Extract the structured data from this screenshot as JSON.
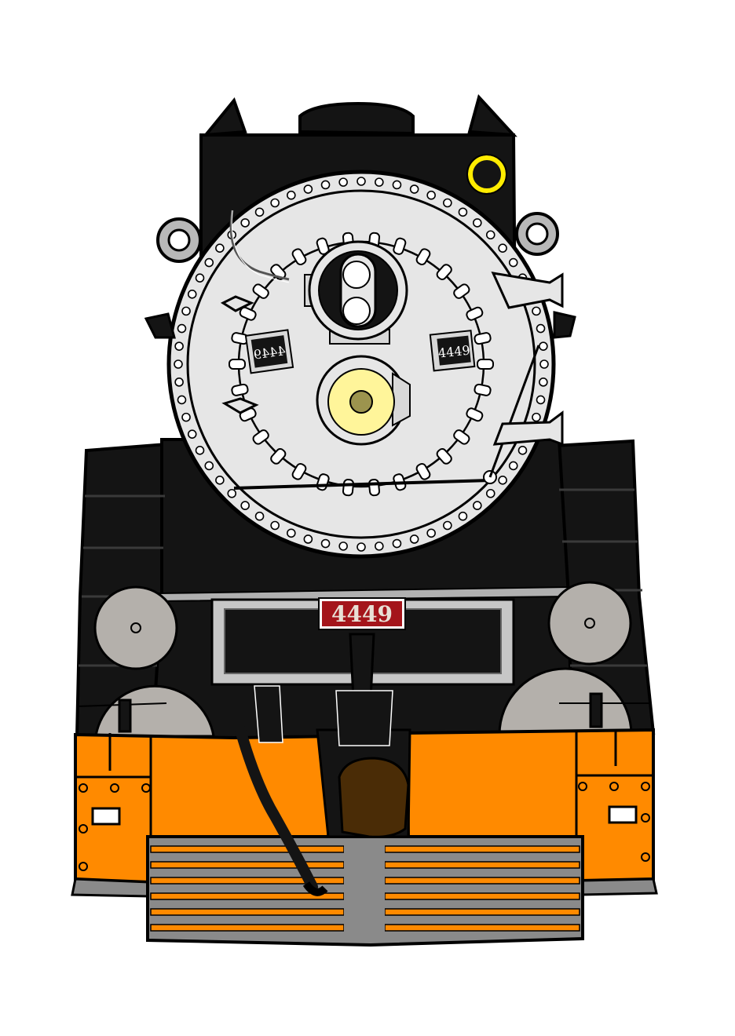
{
  "locomotive": {
    "number_plate": "4449",
    "side_plate_left": "4449",
    "side_plate_right": "4449"
  },
  "colors": {
    "boiler_black": "#141414",
    "smokebox_door": "#e6e6e6",
    "pilot_orange": "#ff8a00",
    "grille_gray": "#8a8a8a",
    "number_plate_red": "#a4151b",
    "headlight_yellow": "#fff59a",
    "marker_light_yellow": "#ffec00",
    "wheel_gray": "#b4b0ab",
    "coupler_brown": "#4a2c06"
  },
  "icons": [
    "steam-locomotive-front-illustration"
  ]
}
